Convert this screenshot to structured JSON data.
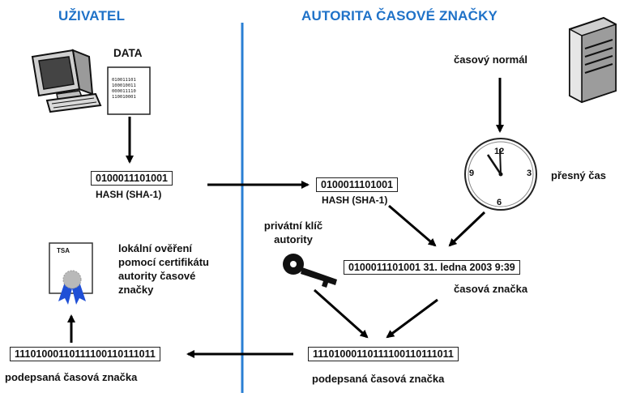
{
  "headings": {
    "user": "UŽIVATEL",
    "authority": "AUTORITA ČASOVÉ ZNAČKY"
  },
  "user": {
    "data_label": "DATA",
    "document_lines": [
      "010011101",
      "100010011",
      "000011110",
      "110010001"
    ],
    "hash_value": "0100011101001",
    "hash_label": "HASH (SHA-1)",
    "tsa_badge": "TSA",
    "verify_text": [
      "lokální ověření",
      "pomocí certifikátu",
      "autority časové",
      "značky"
    ],
    "signed_value": "11101000110111100110111011",
    "signed_label": "podepsaná časová značka"
  },
  "authority": {
    "time_standard_label": "časový normál",
    "hash_value": "0100011101001",
    "hash_label": "HASH (SHA-1)",
    "exact_time_label": "přesný čas",
    "clock_numbers": [
      "12",
      "3",
      "6",
      "9"
    ],
    "private_key_label": [
      "privátní klíč",
      "autority"
    ],
    "timestamp_value": "0100011101001 31. ledna  2003 9:39",
    "timestamp_label": "časová značka",
    "signed_value": "11101000110111100110111011",
    "signed_label": "podepsaná časová značka"
  },
  "colors": {
    "heading": "#1f72c8",
    "divider": "#2a7fd4",
    "badge_blue": "#1f4fd6"
  },
  "icons": [
    "computer-icon",
    "document-icon",
    "server-icon",
    "clock-icon",
    "key-icon",
    "certificate-icon"
  ]
}
